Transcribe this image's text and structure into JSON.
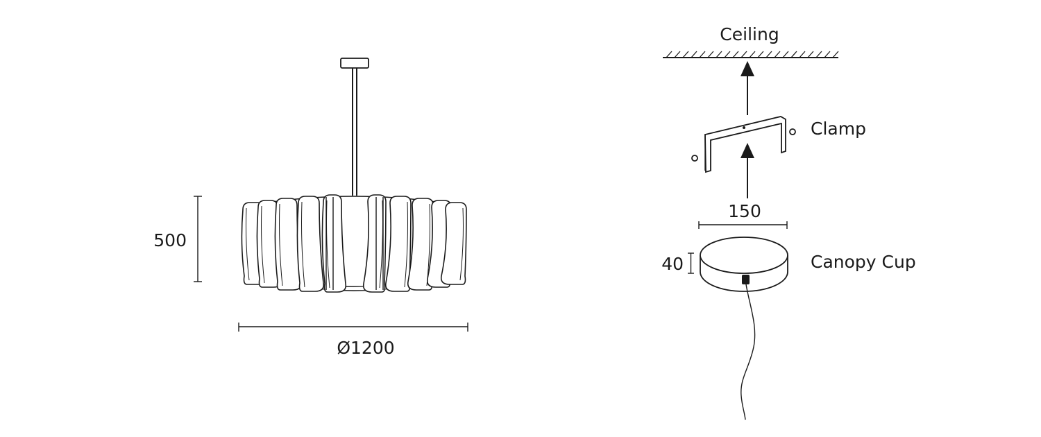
{
  "lamp": {
    "height_label": "500",
    "diameter_label": "Ø1200"
  },
  "mounting": {
    "ceiling_label": "Ceiling",
    "clamp_label": "Clamp",
    "canopy_label": "Canopy Cup",
    "canopy_width_label": "150",
    "canopy_height_label": "40"
  },
  "colors": {
    "line": "#1a1a1a",
    "background": "#ffffff"
  }
}
